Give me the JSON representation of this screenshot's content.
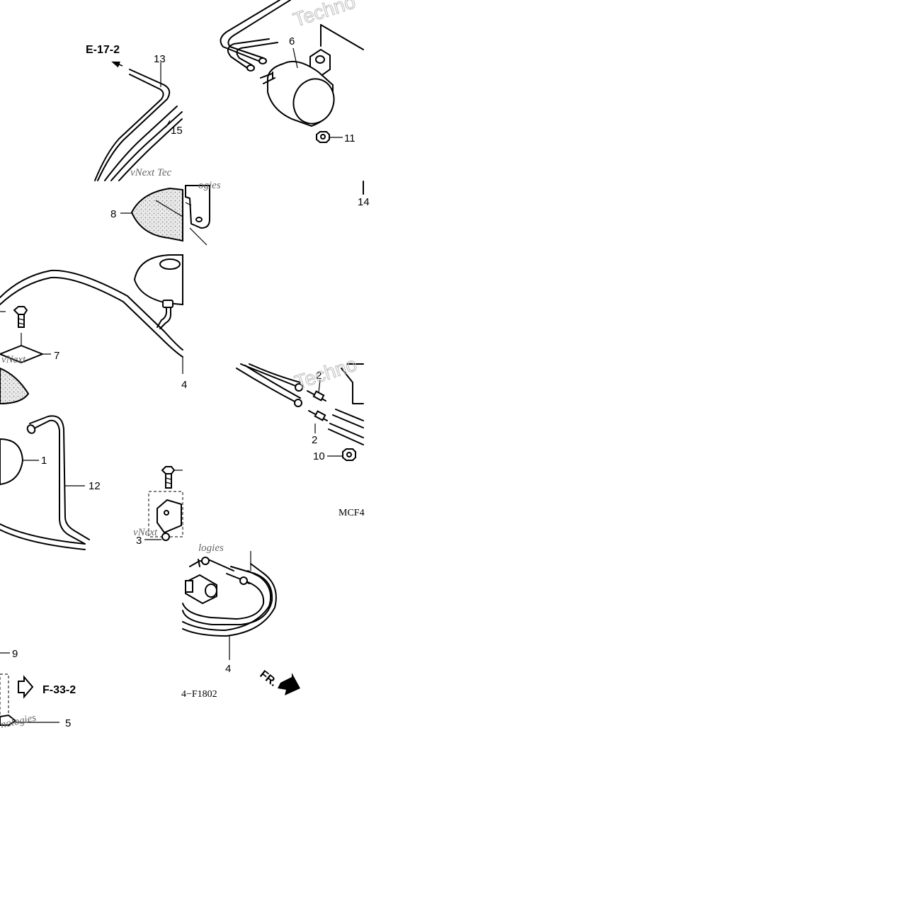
{
  "diagram": {
    "refs": {
      "e17_2": "E-17-2",
      "f33_2": "F-33-2",
      "fr": "FR.",
      "code_top": "MCF4",
      "code_bottom": "4−F1802"
    },
    "callouts": {
      "c13": "13",
      "c15": "15",
      "c6": "6",
      "c11": "11",
      "c14": "14",
      "c8": "8",
      "c7": "7",
      "c4a": "4",
      "c2a": "2",
      "c2b": "2",
      "c10": "10",
      "c1": "1",
      "c12": "12",
      "c3": "3",
      "c9": "9",
      "c5": "5",
      "c4b": "4"
    },
    "watermarks": {
      "w1": "Techno",
      "w2": "vNext Tec",
      "w3": "ogies",
      "w4": "Techno",
      "w5": "vNext",
      "w6": "logies",
      "w7": "nologies",
      "w8": "vNext"
    }
  }
}
